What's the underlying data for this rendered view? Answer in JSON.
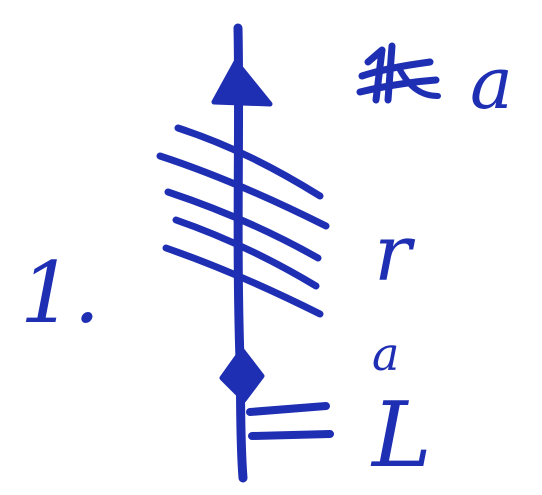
{
  "sketch": {
    "ink_color": "#1f2fb3",
    "background_color": "#ffffff",
    "number_label": "1.",
    "top_label": "a",
    "top_label_strikeout_icon": "scribble-strikeout-icon",
    "middle_label": "r",
    "bottom_superscript": "a",
    "bottom_label": "L",
    "top_marker_icon": "arrowhead-up-icon",
    "bottom_marker_icon": "diamond-icon",
    "base_marker_icon": "double-tick-icon"
  }
}
